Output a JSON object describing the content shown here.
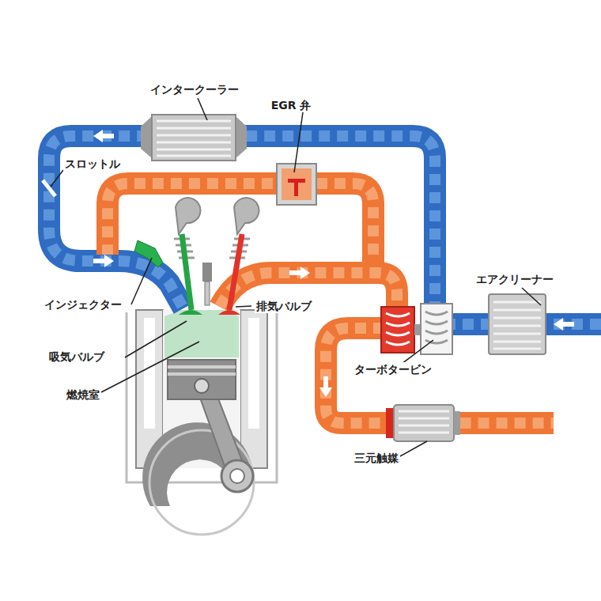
{
  "diagram": {
    "labels": [
      "インタークーラー",
      "EGR 弁",
      "スロットル",
      "エアクリーナー",
      "インジェクター",
      "排気バルブ",
      "吸気バルブ",
      "燃焼室",
      "ターボタービン",
      "三元触媒"
    ]
  }
}
